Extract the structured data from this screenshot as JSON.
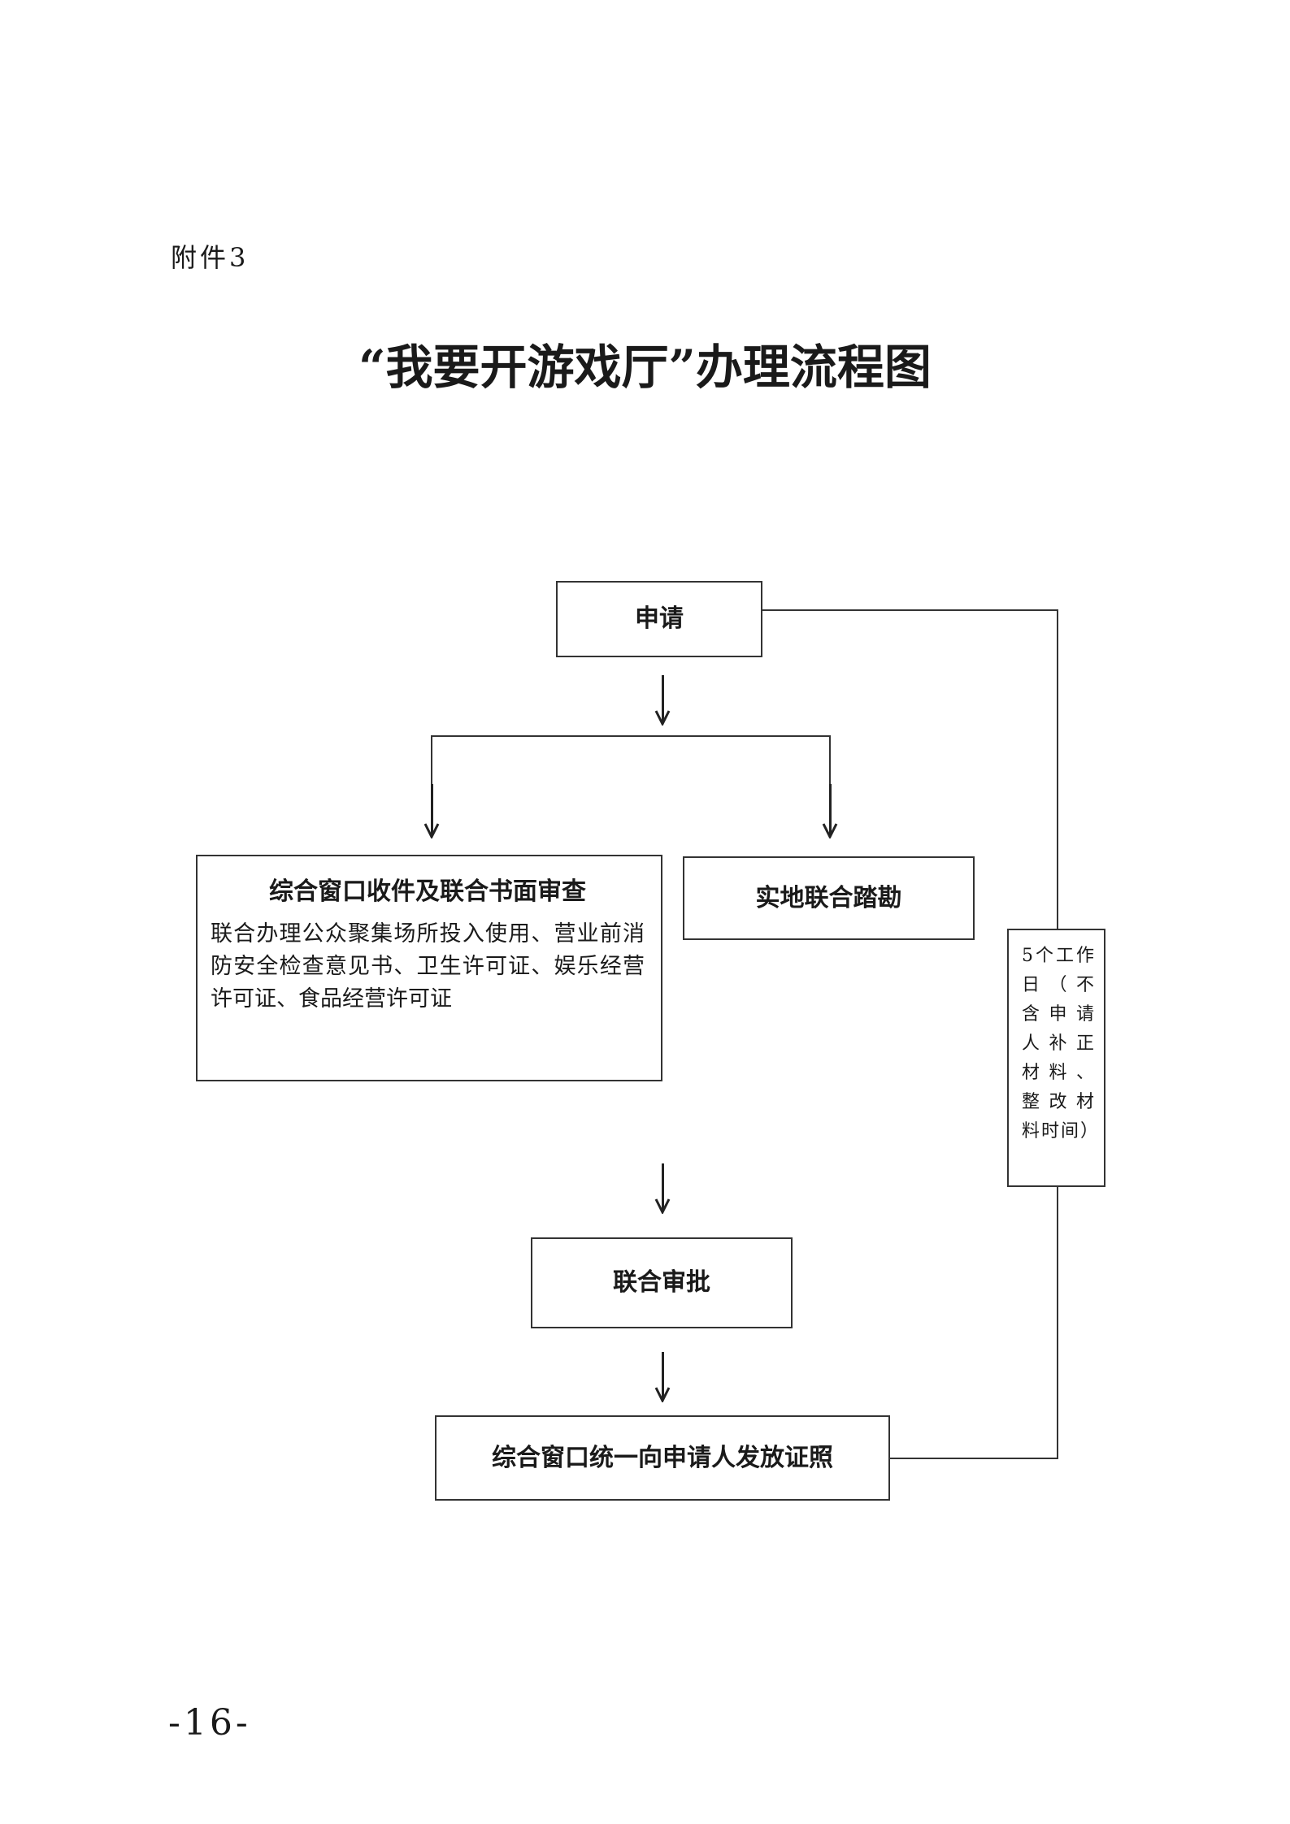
{
  "attachment_label": "附件3",
  "title": "“我要开游戏厅”办理流程图",
  "flow": {
    "apply": "申请",
    "window_review_title": "综合窗口收件及联合书面审查",
    "window_review_body": "联合办理公众聚集场所投入使用、营业前消防安全检查意见书、卫生许可证、娱乐经营许可证、食品经营许可证",
    "site_survey": "实地联合踏勘",
    "joint_approval": "联合审批",
    "issue_license": "综合窗口统一向申请人发放证照",
    "time_note": "5个工作日（不含申请人补正材料、整改材料时间）"
  },
  "page_number": "-16-"
}
